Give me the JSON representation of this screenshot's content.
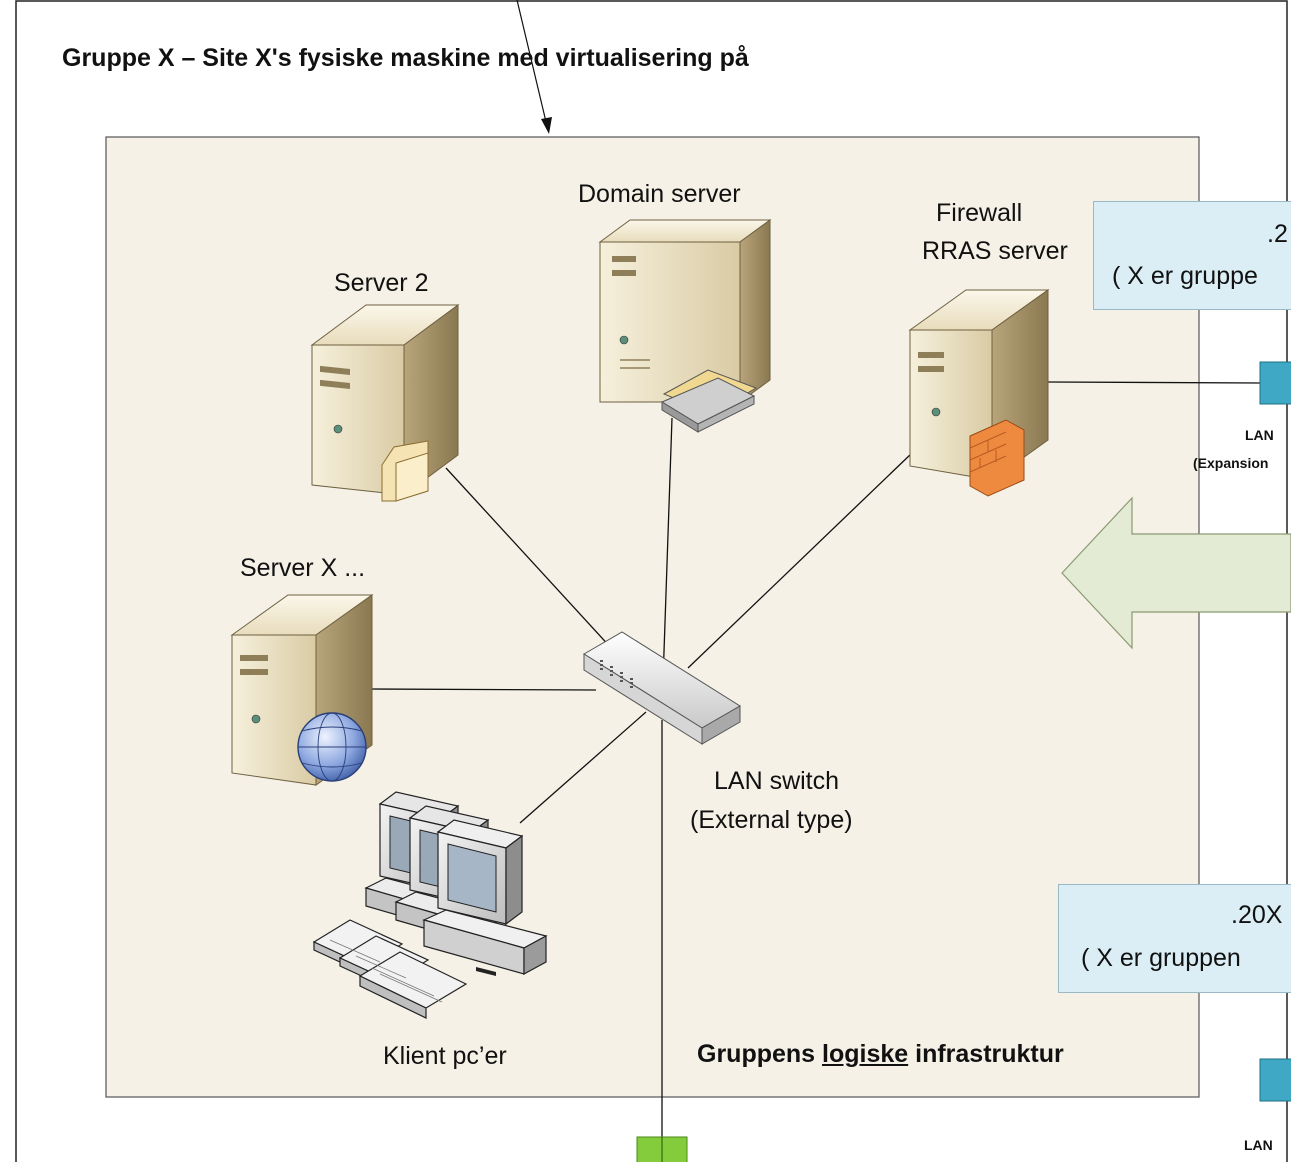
{
  "title": "Gruppe X – Site X's fysiske maskine med virtualisering på",
  "nodes": {
    "domain_server": "Domain server",
    "server2": "Server 2",
    "server_x": "Server X ...",
    "firewall_line1": "Firewall",
    "firewall_line2": "RRAS server",
    "switch_line1": "LAN switch",
    "switch_line2": "(External type)",
    "clients": "Klient pc’er"
  },
  "callouts": {
    "top_line1": ".2",
    "top_line2": "( X er gruppe",
    "bottom_line1": ".20X",
    "bottom_line2": "( X er gruppen"
  },
  "ports": {
    "lan_top_line1": "LAN",
    "lan_top_line2": "(Expansion",
    "lan_bottom": "LAN"
  },
  "infrastructure": {
    "prefix": "Gruppens ",
    "emphasis": "logiske",
    "suffix": " infrastruktur"
  },
  "colors": {
    "inner_box": "#f5f1e6",
    "callout_fill": "#dbeef6",
    "arrow_fill": "#e3ebd4",
    "port_teal": "#3fa8c4",
    "port_green": "#84cc3b"
  }
}
